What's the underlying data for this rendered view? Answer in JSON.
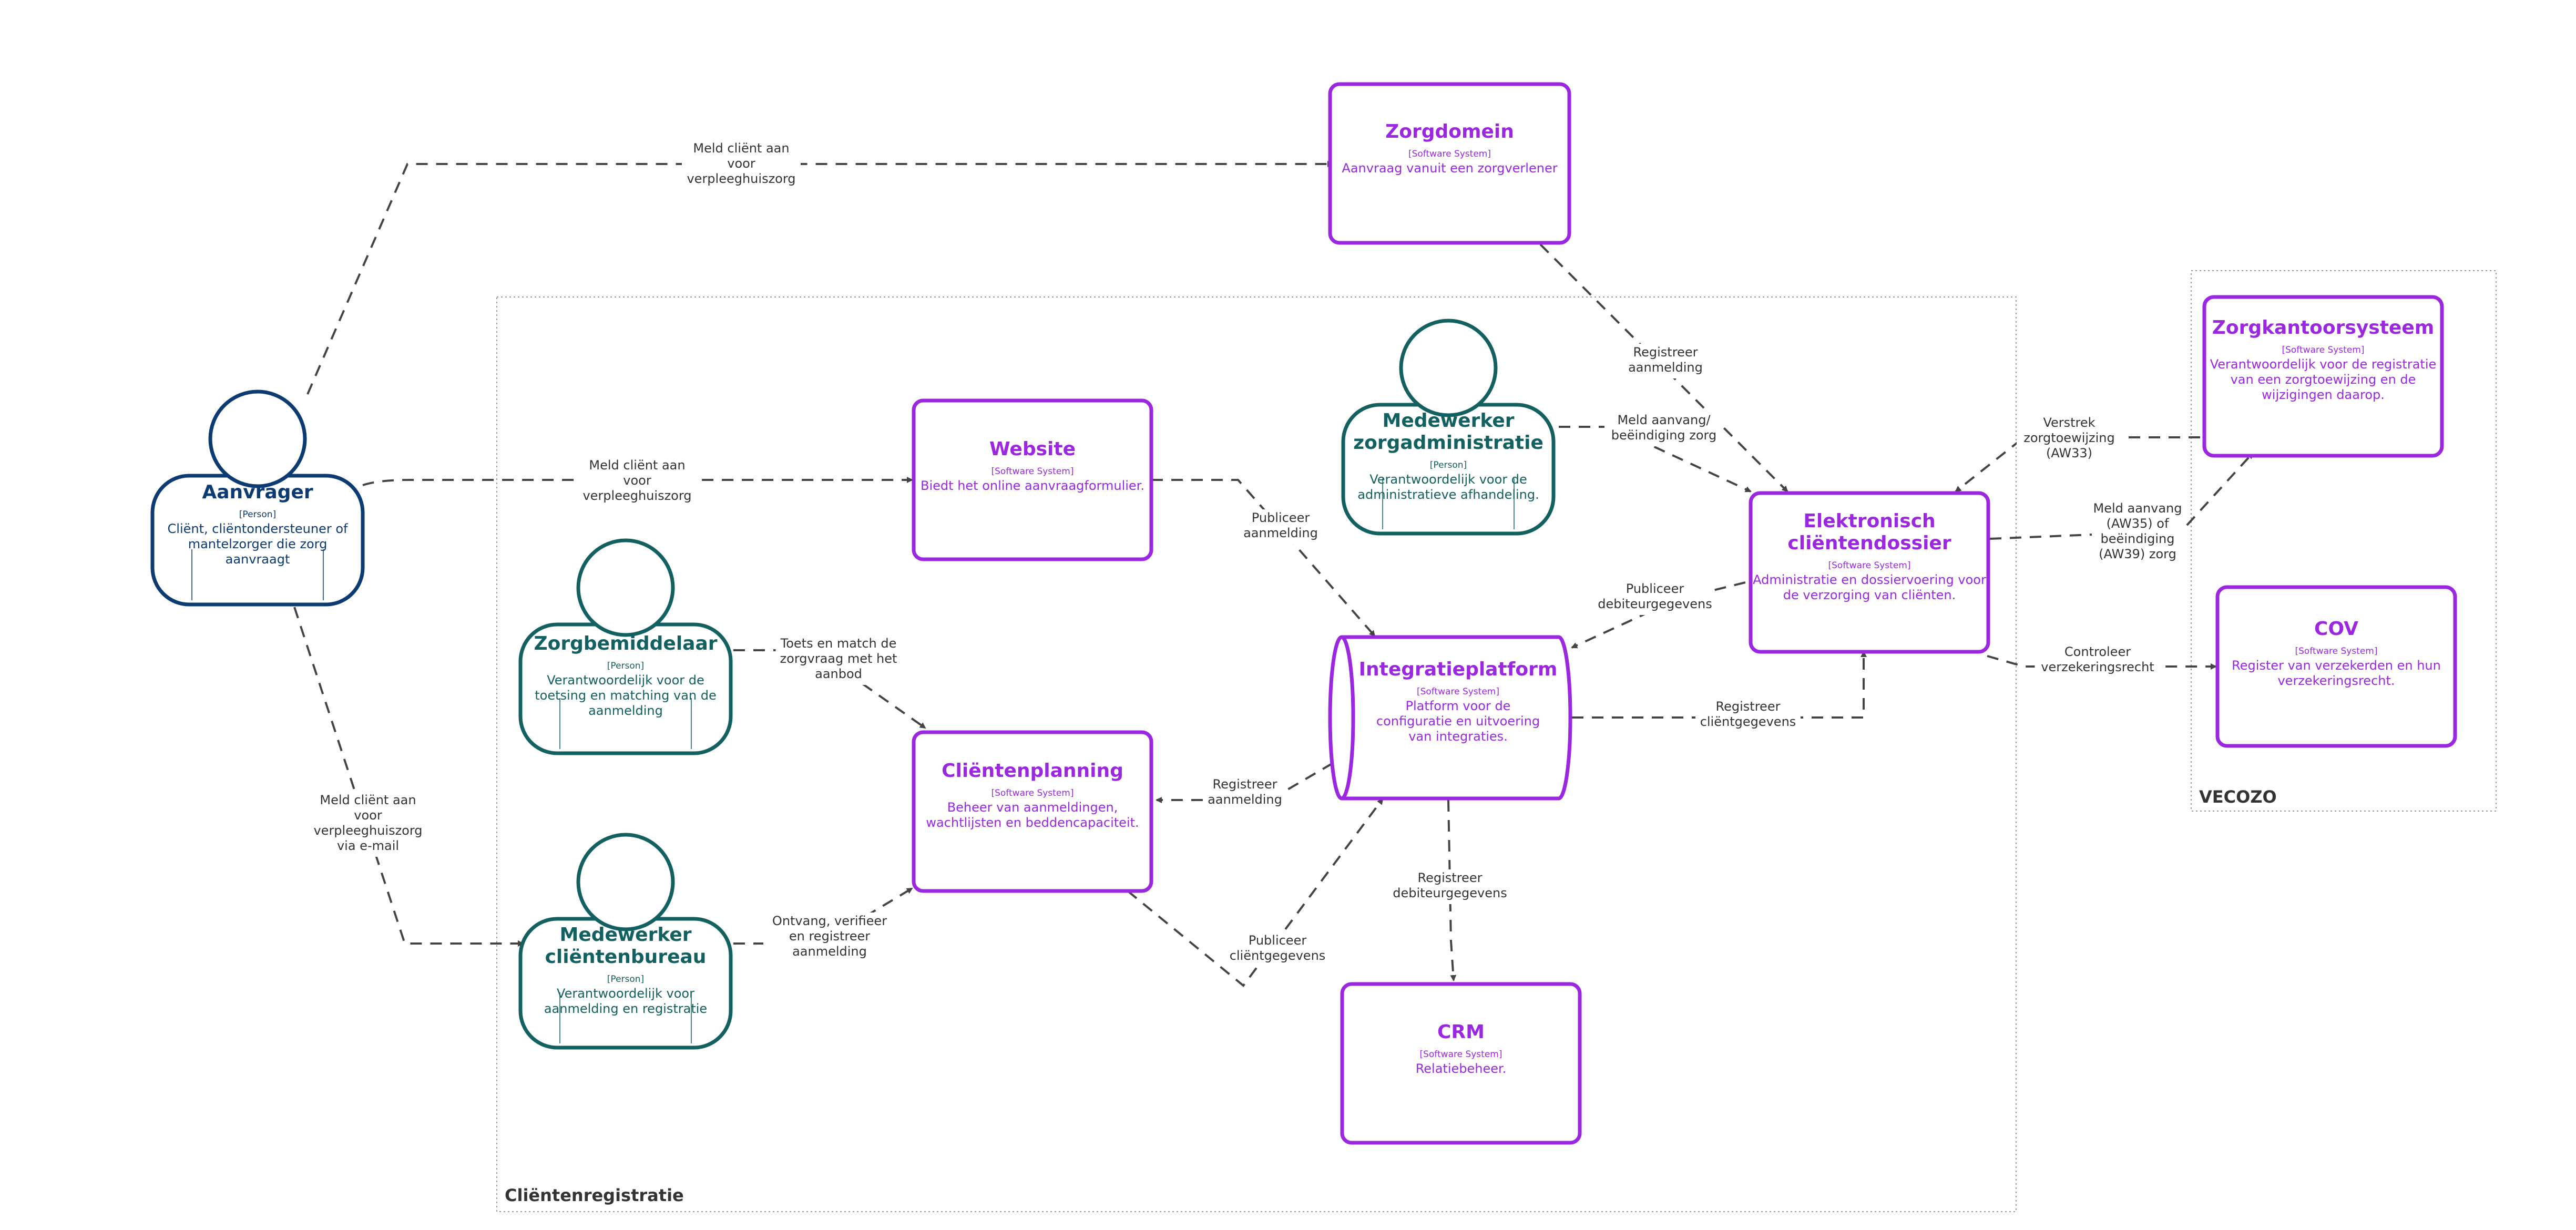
{
  "colors": {
    "system": "#9b27e0",
    "person_teal": "#126060",
    "person_blue": "#0b3b70",
    "edge": "#444444",
    "boundary": "#9a9a9a"
  },
  "boundaries": {
    "clientenregistratie": "Cliëntenregistratie",
    "vecozo": "VECOZO"
  },
  "nodes": {
    "aanvrager": {
      "title": [
        "Aanvrager"
      ],
      "type": "[Person]",
      "desc": [
        "Cliënt, cliëntondersteuner of",
        "mantelzorger die zorg",
        "aanvraagt"
      ]
    },
    "zorgbemiddelaar": {
      "title": [
        "Zorgbemiddelaar"
      ],
      "type": "[Person]",
      "desc": [
        "Verantwoordelijk voor de",
        "toetsing en matching van de",
        "aanmelding"
      ]
    },
    "medewerker_clientenbureau": {
      "title": [
        "Medewerker",
        "cliëntenbureau"
      ],
      "type": "[Person]",
      "desc": [
        "Verantwoordelijk voor",
        "aanmelding en registratie"
      ]
    },
    "medewerker_zorgadministratie": {
      "title": [
        "Medewerker",
        "zorgadministratie"
      ],
      "type": "[Person]",
      "desc": [
        "Verantwoordelijk voor de",
        "administratieve afhandeling."
      ]
    },
    "zorgdomein": {
      "title": [
        "Zorgdomein"
      ],
      "type": "[Software System]",
      "desc": [
        "Aanvraag vanuit een zorgverlener"
      ]
    },
    "website": {
      "title": [
        "Website"
      ],
      "type": "[Software System]",
      "desc": [
        "Biedt het online aanvraagformulier."
      ]
    },
    "clientenplanning": {
      "title": [
        "Cliëntenplanning"
      ],
      "type": "[Software System]",
      "desc": [
        "Beheer van aanmeldingen,",
        "wachtlijsten en beddencapaciteit."
      ]
    },
    "integratieplatform": {
      "title": [
        "Integratieplatform"
      ],
      "type": "[Software System]",
      "desc": [
        "Platform voor de",
        "configuratie en uitvoering",
        "van integraties."
      ]
    },
    "ecd": {
      "title": [
        "Elektronisch",
        "cliëntendossier"
      ],
      "type": "[Software System]",
      "desc": [
        "Administratie en dossiervoering voor",
        "de verzorging van cliënten."
      ]
    },
    "crm": {
      "title": [
        "CRM"
      ],
      "type": "[Software System]",
      "desc": [
        "Relatiebeheer."
      ]
    },
    "zorgkantoorsysteem": {
      "title": [
        "Zorgkantoorsysteem"
      ],
      "type": "[Software System]",
      "desc": [
        "Verantwoordelijk voor de registratie",
        "van een zorgtoewijzing en de",
        "wijzigingen daarop."
      ]
    },
    "cov": {
      "title": [
        "COV"
      ],
      "type": "[Software System]",
      "desc": [
        "Register van verzekerden en hun",
        "verzekeringsrecht."
      ]
    }
  },
  "edges": {
    "aanvrager_zorgdomein": [
      "Meld cliënt aan",
      "voor",
      "verpleeghuiszorg"
    ],
    "aanvrager_website": [
      "Meld cliënt aan",
      "voor",
      "verpleeghuiszorg"
    ],
    "aanvrager_medewerker": [
      "Meld cliënt aan",
      "voor",
      "verpleeghuiszorg",
      "via e-mail"
    ],
    "zorgdomein_ecd": [
      "Registreer",
      "aanmelding"
    ],
    "website_integratie": [
      "Publiceer",
      "aanmelding"
    ],
    "zorgbemiddelaar_planning": [
      "Toets en match de",
      "zorgvraag met het",
      "aanbod"
    ],
    "medewerker_planning": [
      "Ontvang, verifieer",
      "en registreer",
      "aanmelding"
    ],
    "integratie_planning": [
      "Registreer",
      "aanmelding"
    ],
    "planning_integratie": [
      "Publiceer",
      "cliëntgegevens"
    ],
    "zorgadmin_ecd": [
      "Meld aanvang/",
      "beëindiging zorg"
    ],
    "ecd_integratie": [
      "Publiceer",
      "debiteurgegevens"
    ],
    "integratie_ecd": [
      "Registreer",
      "cliëntgegevens"
    ],
    "integratie_crm": [
      "Registreer",
      "debiteurgegevens"
    ],
    "zorgkantoor_ecd": [
      "Verstrek",
      "zorgtoewijzing",
      "(AW33)"
    ],
    "ecd_zorgkantoor": [
      "Meld aanvang",
      "(AW35) of",
      "beëindiging",
      "(AW39) zorg"
    ],
    "ecd_cov": [
      "Controleer",
      "verzekeringsrecht"
    ]
  }
}
